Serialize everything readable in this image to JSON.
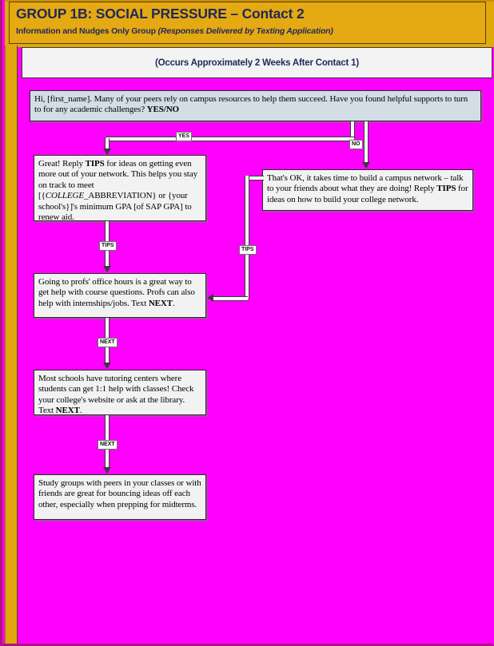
{
  "header": {
    "title": "GROUP 1B: SOCIAL PRESSURE – Contact 2",
    "subtitle_plain": "Information and Nudges Only Group ",
    "subtitle_italic": "(Responses Delivered by Texting Application)",
    "bg_color": "#e5a913",
    "text_color": "#1f2a55"
  },
  "subbar": {
    "text": "(Occurs Approximately 2 Weeks After Contact 1)"
  },
  "canvas": {
    "background_color": "#ff00ff"
  },
  "flow": {
    "nodes": [
      {
        "id": "question",
        "name": "message-box-question",
        "fill": "#d3dde6",
        "text_parts": [
          {
            "text": "Hi, [first_name]. Many of your peers rely on campus resources to help them succeed. Have you found helpful supports to turn to for any academic challenges? ",
            "style": "normal"
          },
          {
            "text": "YES/NO",
            "style": "bold"
          }
        ],
        "plain": "Hi, [first_name]. Many of your peers rely on campus resources to help them succeed. Have you found helpful supports to turn to for any academic challenges? YES/NO"
      },
      {
        "id": "great",
        "name": "message-box-great-reply-tips",
        "fill": "#f2f2f2",
        "plain": "Great! Reply TIPS for ideas on getting even more out of your network. This helps you stay on track to meet [{COLLEGE_ABBREVIATION} or {your school's}]'s minimum GPA [of SAP GPA] to renew aid."
      },
      {
        "id": "thats_ok",
        "name": "message-box-thats-ok",
        "fill": "#f2f2f2",
        "plain": "That's OK, it takes time to build a campus network – talk to your friends about what they are doing! Reply TIPS for ideas on how to build your college network."
      },
      {
        "id": "profs",
        "name": "message-box-office-hours",
        "fill": "#f2f2f2",
        "plain": "Going to profs' office hours is a great way to get help with course questions. Profs can also help with internships/jobs. Text NEXT."
      },
      {
        "id": "tutoring",
        "name": "message-box-tutoring-centers",
        "fill": "#f2f2f2",
        "plain": "Most schools have tutoring centers where students can get 1:1 help with classes! Check your college's website or ask at the library. Text NEXT."
      },
      {
        "id": "study_groups",
        "name": "message-box-study-groups",
        "fill": "#f2f2f2",
        "plain": "Study groups with peers in your classes or with friends are great for bouncing ideas off each other, especially when prepping for midterms."
      }
    ],
    "edge_labels": {
      "yes": "YES",
      "no": "NO",
      "tips_left": "TIPS",
      "tips_right": "TIPS",
      "next_1": "NEXT",
      "next_2": "NEXT"
    }
  }
}
